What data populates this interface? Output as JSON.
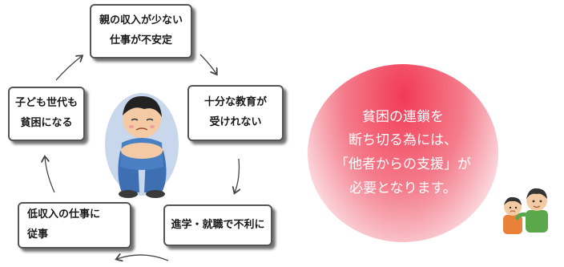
{
  "cycle": {
    "step1": [
      "親の収入が少ない",
      "仕事が不安定"
    ],
    "step2": [
      "十分な教育が",
      "受けれない"
    ],
    "step3": [
      "進学・就職で不利に"
    ],
    "step4": [
      "低収入の仕事に",
      "従事"
    ],
    "step5": [
      "子ども世代も",
      "貧困になる"
    ]
  },
  "message": {
    "lines": [
      "貧困の連鎖を",
      "断ち切る為には、",
      "「他者からの支援」が",
      "必要となります。"
    ],
    "bubble_color": "#f23a55"
  },
  "illustrations": {
    "center": "sad-child-hugging-knees",
    "corner": "supporter-with-child"
  }
}
